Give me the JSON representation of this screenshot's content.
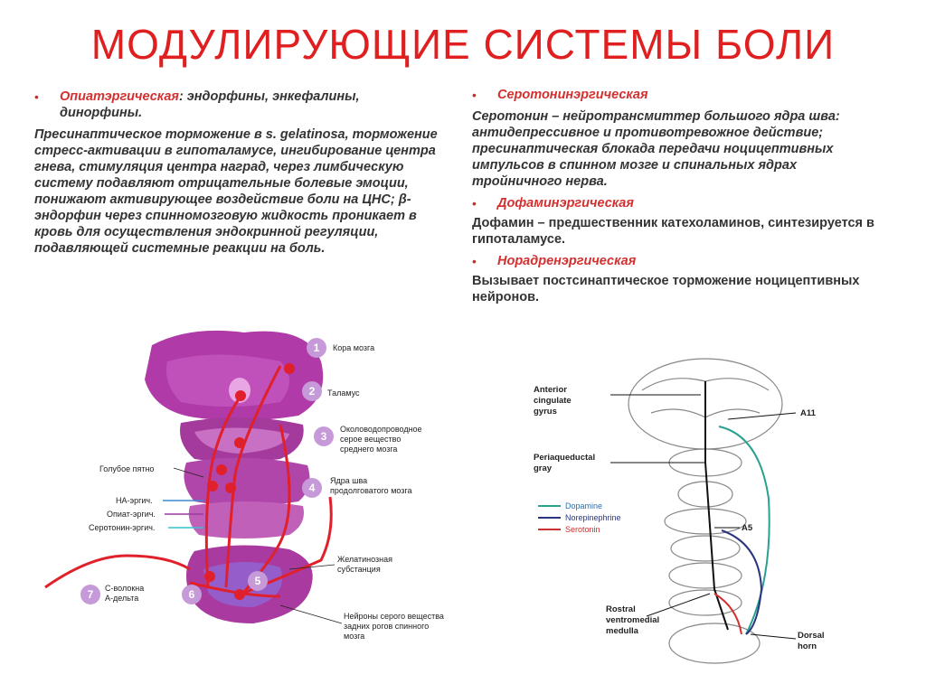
{
  "title": "МОДУЛИРУЮЩИЕ СИСТЕМЫ БОЛИ",
  "left": {
    "bullet_term": "Опиатэргическая",
    "bullet_rest": ": эндорфины, энкефалины, динорфины.",
    "paragraph": "Пресинаптическое торможение в s. gelatinosa, торможение стресс-активации в гипоталамусе, ингибирование центра гнева, стимуляция центра наград, через лимбическую систему подавляют отрицательные болевые эмоции, понижают активирующее воздействие боли на ЦНС; β-эндорфин через спинномозговую жидкость проникает в кровь для осуществления эндокринной регуляции, подавляющей системные реакции на боль."
  },
  "right": {
    "items": [
      {
        "term": "Серотонинэргическая",
        "text": "Серотонин – нейротрансмиттер большого ядра шва: антидепрессивное и противотревожное действие; пресинаптическая блокада передачи ноцицептивных импульсов в спинном мозге и спинальных ядрах тройничного нерва.",
        "italic": true
      },
      {
        "term": "Дофаминэргическая",
        "text": "Дофамин – предшественник катехоламинов, синтезируется в гипоталамусе.",
        "italic": false
      },
      {
        "term": "Норадренэргическая",
        "text": "Вызывает постсинаптическое торможение ноцицептивных нейронов.",
        "italic": false
      }
    ]
  },
  "left_diagram": {
    "levels": [
      {
        "num": "1",
        "label": "Кора мозга"
      },
      {
        "num": "2",
        "label": "Таламус"
      },
      {
        "num": "3",
        "label_lines": [
          "Околоводопроводное",
          "серое вещество",
          "среднего мозга"
        ]
      },
      {
        "num": "4",
        "label_lines": [
          "Ядра шва",
          "продолговатого мозга"
        ]
      },
      {
        "num": "5",
        "label_lines": [
          "Желатинозная",
          "субстанция"
        ]
      },
      {
        "num": "6",
        "label_lines": [
          "Нейроны серого вещества",
          "задних рогов спинного",
          "мозга"
        ]
      },
      {
        "num": "7",
        "label_lines": [
          "С-волокна",
          "А-дельта"
        ]
      }
    ],
    "left_labels": [
      "Голубое пятно",
      "НА-эргич.",
      "Опиат-эргич.",
      "Серотонин-эргич."
    ]
  },
  "right_diagram": {
    "labels": {
      "acg": [
        "Anterior",
        "cingulate",
        "gyrus"
      ],
      "pag": [
        "Periaqueductal",
        "gray"
      ],
      "a11": "A11",
      "a5": "A5",
      "rvm": [
        "Rostral",
        "ventromedial",
        "medulla"
      ],
      "dorsal": [
        "Dorsal",
        "horn"
      ]
    },
    "legend": [
      {
        "name": "Dopamine",
        "color": "#2aa090"
      },
      {
        "name": "Norepinephrine",
        "color": "#2a3580"
      },
      {
        "name": "Serotonin",
        "color": "#d03030"
      }
    ]
  },
  "colors": {
    "title": "#e02020",
    "accent": "#d33030",
    "magenta": "#b03aa8",
    "pink": "#d97ad6"
  }
}
